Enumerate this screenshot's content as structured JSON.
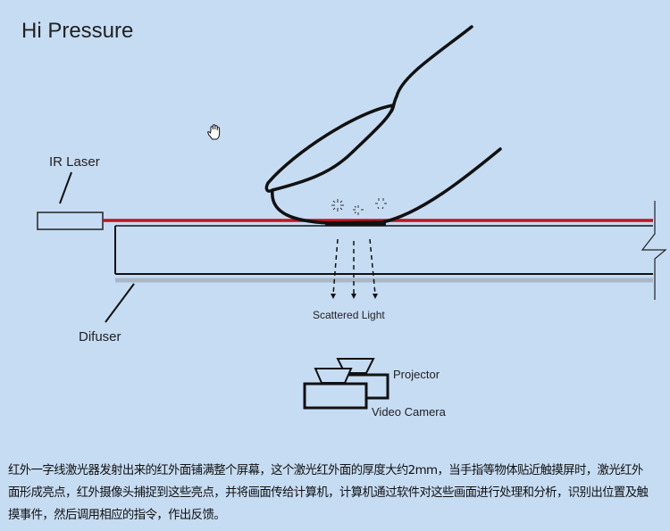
{
  "title": "Hi Pressure",
  "labels": {
    "ir_laser": "IR Laser",
    "difuser": "Difuser",
    "scattered_light": "Scattered Light",
    "projector": "Projector",
    "video_camera": "Video Camera"
  },
  "caption": [
    "红外一字线激光器发射出来的红外面铺满整个屏幕，这个激光红外面的厚度大约2mm，当手指等物体贴近触摸屏时，激光红外",
    "面形成亮点，红外摄像头捕捉到这些亮点，并将画面传给计算机，计算机通过软件对这些画面进行处理和分析，识别出位置及触",
    "摸事件，然后调用相应的指令，作出反馈。"
  ],
  "colors": {
    "background": "#c6dcf3",
    "laser": "#c0141e",
    "ink": "#111111"
  }
}
